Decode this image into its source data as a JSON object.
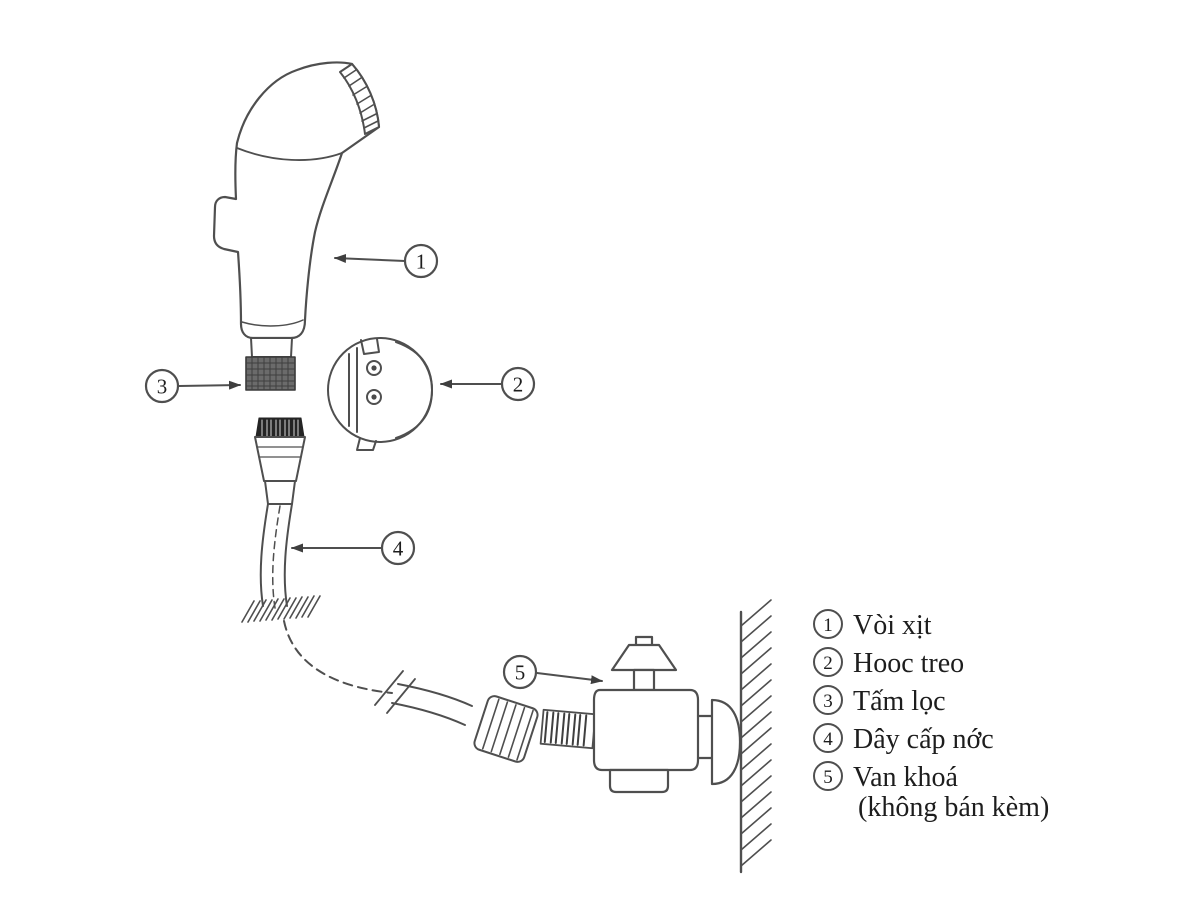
{
  "colors": {
    "line": "#4f4f4f",
    "text": "#1d1d1d",
    "cap": "#242424",
    "filter": "#6b6b6b"
  },
  "callouts": [
    {
      "n": "1"
    },
    {
      "n": "2"
    },
    {
      "n": "3"
    },
    {
      "n": "4"
    },
    {
      "n": "5"
    }
  ],
  "legend": {
    "items": [
      {
        "num": "1",
        "label": "Vòi xịt"
      },
      {
        "num": "2",
        "label": "Hooc treo"
      },
      {
        "num": "3",
        "label": "Tấm lọc"
      },
      {
        "num": "4",
        "label": "Dây cấp nớc"
      },
      {
        "num": "5",
        "label": "Van khoá"
      }
    ],
    "note": "(không bán kèm)"
  }
}
